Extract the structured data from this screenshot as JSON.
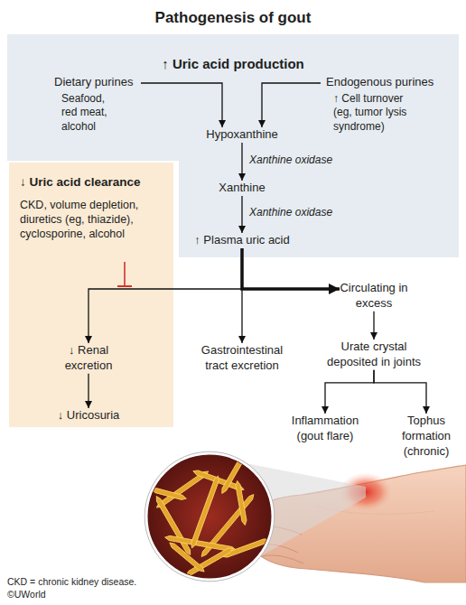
{
  "diagram": {
    "title": "Pathogenesis of gout",
    "nodes": [
      {
        "text": [
          "↑ Uric acid production"
        ]
      },
      {
        "text": [
          "Dietary purines",
          "Seafood, red meat, alcohol"
        ],
        "in": 0
      },
      {
        "text": [
          "Endogenous purines",
          "↑ Cell turnover (eg, tumor lysis syndrome)"
        ],
        "in": 0
      },
      {
        "text": [
          "Hypoxanthine"
        ],
        "in": 0
      },
      {
        "text": [
          "Xanthine"
        ],
        "in": 0
      },
      {
        "text": [
          "↑ Plasma uric acid"
        ],
        "in": 0
      },
      {
        "text": [
          "↓ Uric acid clearance",
          "CKD, volume depletion, diuretics (eg, thiazide), cyclosporine, alcohol"
        ]
      },
      {
        "text": [
          "↓ Renal excretion"
        ],
        "in": 6
      },
      {
        "text": [
          "↓ Uricosuria"
        ],
        "in": 6
      },
      {
        "text": [
          "Gastrointestinal tract excretion"
        ]
      },
      {
        "text": [
          "Circulating in excess"
        ]
      },
      {
        "text": [
          "Urate crystal deposited in joints"
        ]
      },
      {
        "text": [
          "Inflammation (gout flare)"
        ]
      },
      {
        "text": [
          "Tophus formation (chronic)"
        ]
      }
    ],
    "edges": [
      {
        "from": 1,
        "to": 3,
        "arrow": "to"
      },
      {
        "from": 2,
        "to": 3,
        "arrow": "to"
      },
      {
        "from": 3,
        "to": 4,
        "label": "Xanthine oxidase",
        "arrow": "to"
      },
      {
        "from": 4,
        "to": 5,
        "label": "Xanthine oxidase",
        "arrow": "to"
      },
      {
        "from": 5,
        "to": 7,
        "arrow": "to"
      },
      {
        "from": 5,
        "to": 9,
        "arrow": "to"
      },
      {
        "from": 5,
        "to": 10,
        "arrow": "to"
      },
      {
        "from": 7,
        "to": 8,
        "arrow": "to"
      },
      {
        "from": 10,
        "to": 11,
        "arrow": "to"
      },
      {
        "from": 11,
        "to": 12,
        "arrow": "to"
      },
      {
        "from": 11,
        "to": 13,
        "arrow": "to"
      }
    ],
    "labels": [
      "CKD = chronic kidney disease.",
      "©UWorld"
    ]
  }
}
